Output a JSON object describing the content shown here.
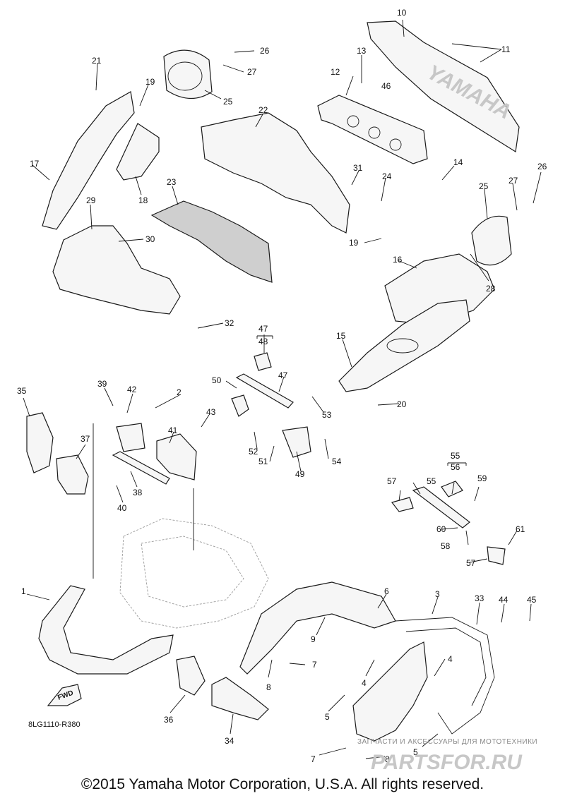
{
  "diagram_code": "8LG1110-R380",
  "fwd_label": "FWD",
  "watermark": {
    "line1": "ЗАПЧАСТИ И АКСЕССУАРЫ ДЛЯ МОТОТЕХНИКИ",
    "logo": "PARTSFOR.RU"
  },
  "copyright": "©2015 Yamaha Motor Corporation, U.S.A. All rights reserved.",
  "emblem": "YAMAHA",
  "callouts": [
    "1",
    "2",
    "3",
    "4",
    "5",
    "6",
    "7",
    "8",
    "9",
    "10",
    "11",
    "12",
    "13",
    "14",
    "15",
    "16",
    "17",
    "19",
    "20",
    "21",
    "22",
    "23",
    "24",
    "25",
    "26",
    "27",
    "28",
    "29",
    "30",
    "31",
    "32",
    "33",
    "34",
    "35",
    "36",
    "37",
    "38",
    "39",
    "40",
    "41",
    "42",
    "43",
    "44",
    "45",
    "46",
    "47",
    "48",
    "49",
    "50",
    "51",
    "52",
    "53",
    "54",
    "55",
    "56",
    "57",
    "58",
    "59",
    "60",
    "61"
  ]
}
